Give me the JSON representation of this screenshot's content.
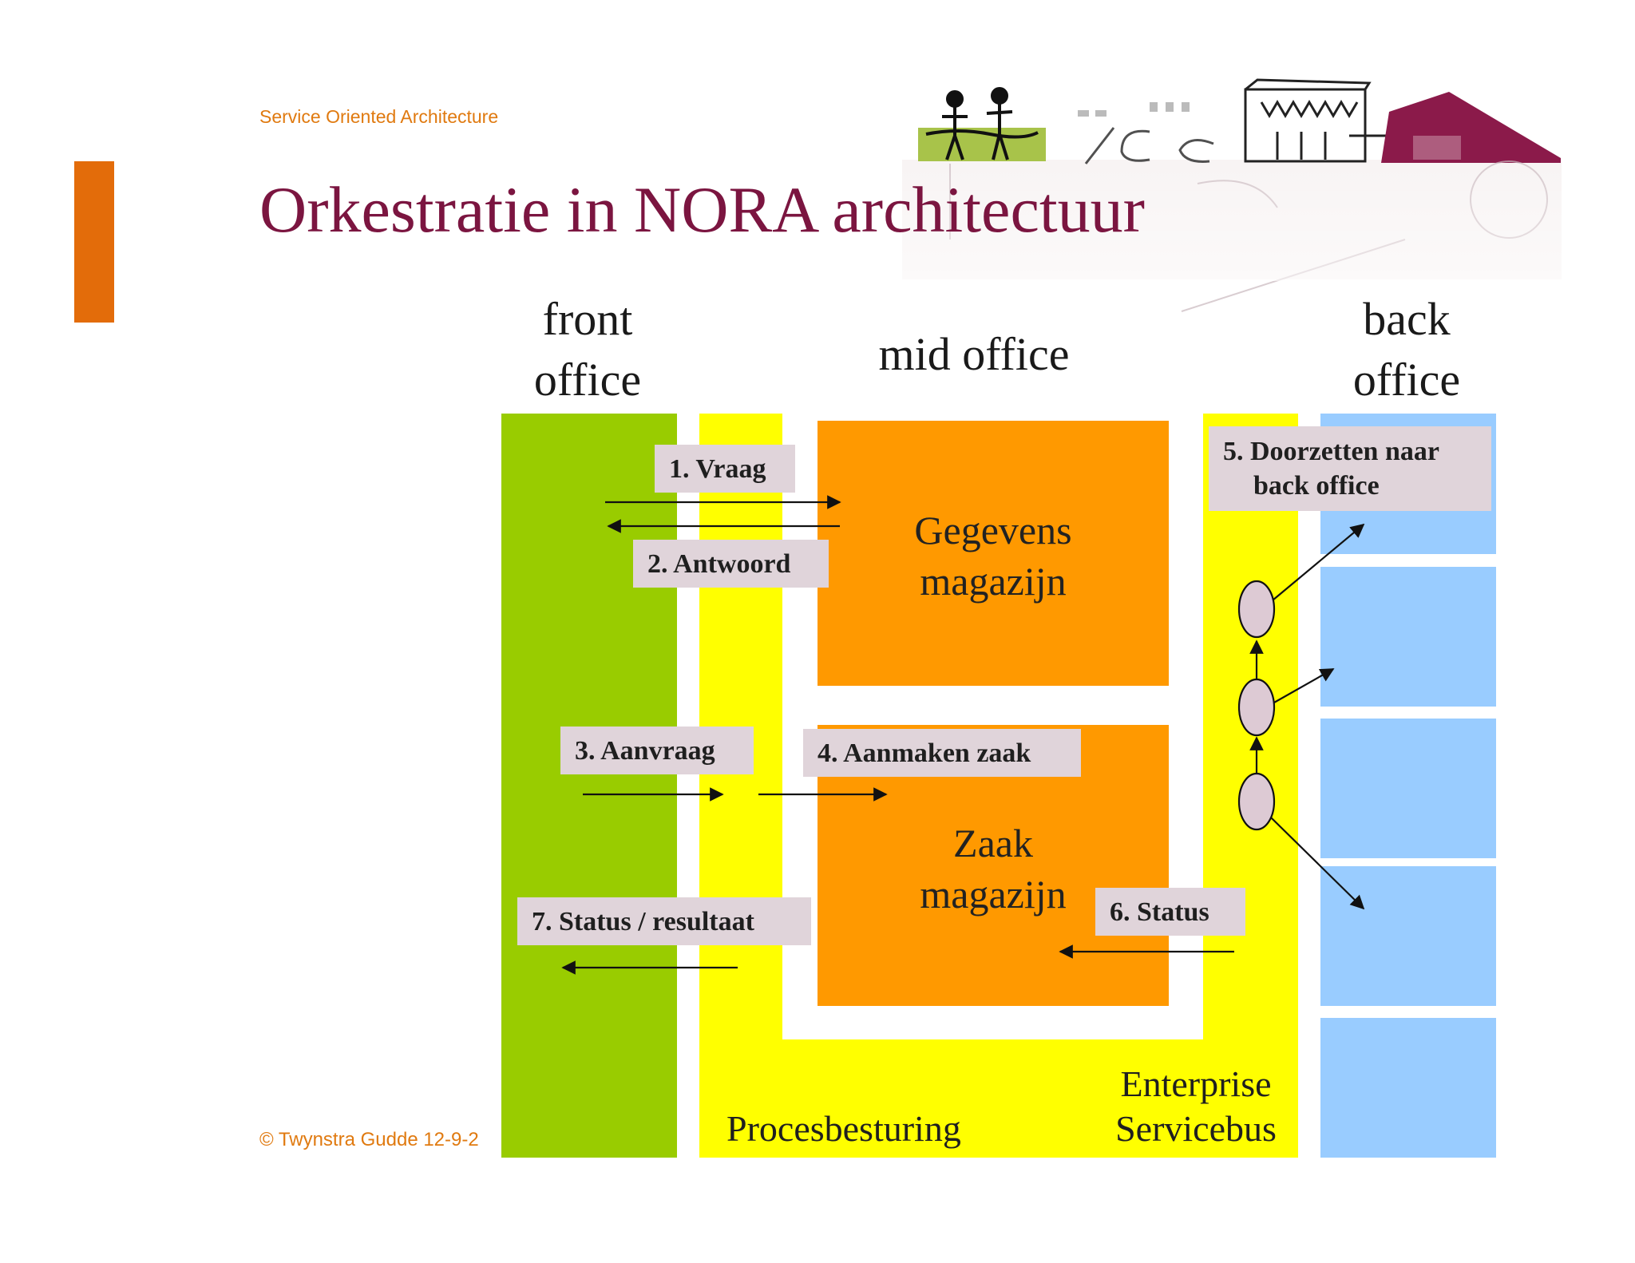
{
  "header": {
    "subtitle": "Service Oriented Architecture",
    "title": "Orkestratie in NORA architectuur"
  },
  "columns": {
    "front": [
      "front",
      "office"
    ],
    "mid": "mid office",
    "back": [
      "back",
      "office"
    ]
  },
  "stores": {
    "gegevens": [
      "Gegevens",
      "magazijn"
    ],
    "zaak": [
      "Zaak",
      "magazijn"
    ]
  },
  "steps": {
    "s1": "1. Vraag",
    "s2": "2. Antwoord",
    "s3": "3. Aanvraag",
    "s4": "4. Aanmaken zaak",
    "s5": [
      "5. Doorzetten naar",
      "back office"
    ],
    "s6": "6. Status",
    "s7": "7. Status / resultaat"
  },
  "bottom": {
    "procesbesturing": "Procesbesturing",
    "esb": [
      "Enterprise",
      "Servicebus"
    ]
  },
  "footer": "© Twynstra Gudde  12-9-2",
  "colors": {
    "front_green": "#99cc00",
    "process_yellow": "#ffff00",
    "store_orange": "#ff9900",
    "back_blue": "#99ccff",
    "label_pink": "#e0d4da",
    "title_maroon": "#7b1540",
    "accent_orange": "#e36c0a"
  },
  "icons": {
    "header_illustration": "sketch-collage-icon"
  }
}
